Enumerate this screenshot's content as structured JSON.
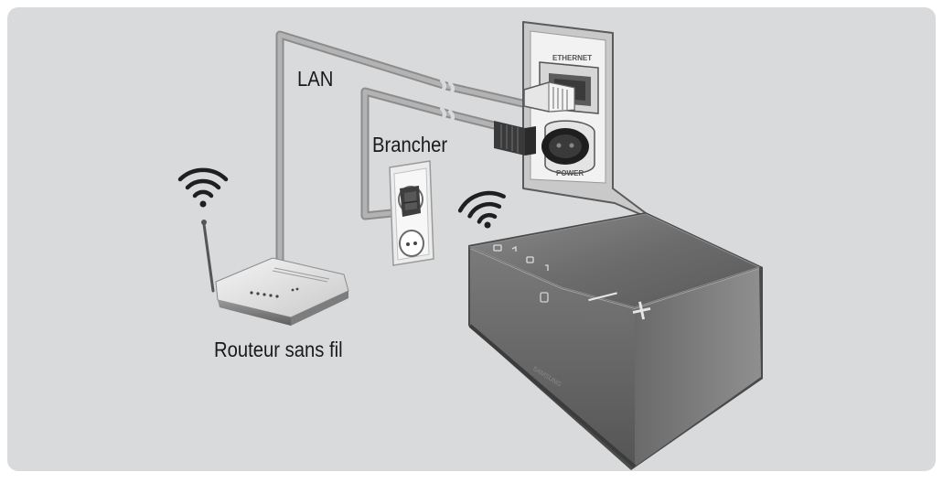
{
  "labels": {
    "lan": "LAN",
    "plug": "Brancher",
    "router": "Routeur sans fil"
  },
  "panel": {
    "ethernet": "ETHERNET",
    "power": "POWER"
  },
  "speaker": {
    "brand": "SAMSUNG",
    "minus": "—",
    "plus": "+"
  },
  "colors": {
    "background": "#d9dadb",
    "cable": "#9c9c9c",
    "speaker_body": "#6a6a6a",
    "panel": "#f2f2f2"
  },
  "icons": [
    "wifi-icon",
    "wifi-icon",
    "nfc-icon"
  ]
}
